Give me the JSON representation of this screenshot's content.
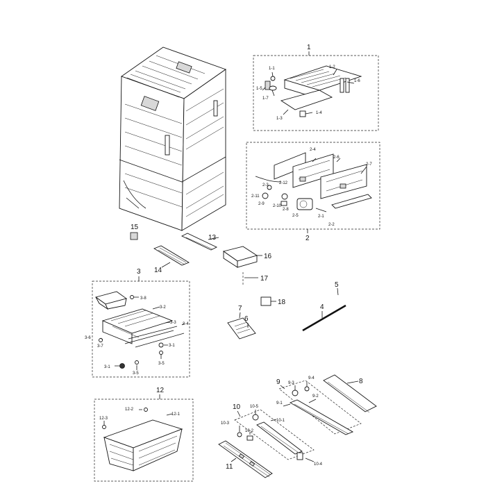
{
  "labels": {
    "g1": "1",
    "g1_1": "1-1",
    "g1_2": "1-2",
    "g1_3": "1-3",
    "g1_4": "1-4",
    "g1_5": "1-5",
    "g1_6": "1-6",
    "g1_7": "1-7",
    "g2": "2",
    "g2_1": "2-1",
    "g2_2": "2-2",
    "g2_3": "2-3",
    "g2_4": "2-4",
    "g2_5": "2-5",
    "g2_6": "2-6",
    "g2_7": "2-7",
    "g2_8": "2-8",
    "g2_9": "2-9",
    "g2_10": "2-10",
    "g2_11": "2-11",
    "g2_12": "2-12",
    "g3": "3",
    "g3_1a": "3-1",
    "g3_1b": "3-1",
    "g3_2": "3-2",
    "g3_3": "3-3",
    "g3_4": "3-4",
    "g3_5a": "3-5",
    "g3_5b": "3-5",
    "g3_6": "3-6",
    "g3_7": "3-7",
    "g3_8": "3-8",
    "p4": "4",
    "p5": "5",
    "p6": "6",
    "p7": "7",
    "p8": "8",
    "g9": "9",
    "g9_1": "9-1",
    "g9_2": "9-2",
    "g9_3": "9-3",
    "g9_4": "9-4",
    "g10": "10",
    "g10_1": "10-1",
    "g10_2": "10-2",
    "g10_3": "10-3",
    "g10_4": "10-4",
    "g10_5": "10-5",
    "p11": "11",
    "g12": "12",
    "g12_1": "12-1",
    "g12_2": "12-2",
    "g12_3": "12-3",
    "p13": "13",
    "p14": "14",
    "p15": "15",
    "p16": "16",
    "p17": "17",
    "p18": "18"
  }
}
